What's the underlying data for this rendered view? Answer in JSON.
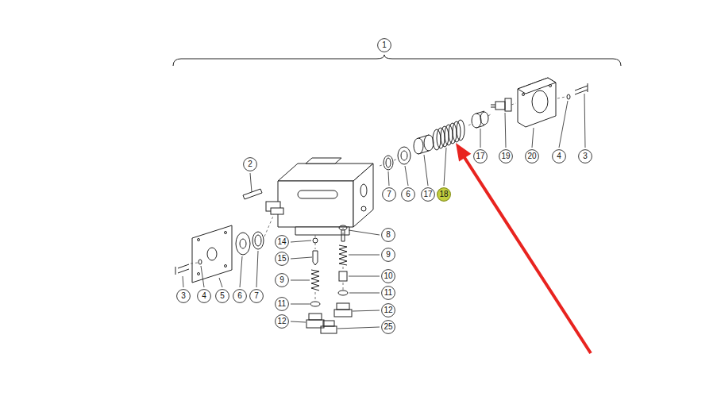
{
  "diagram": {
    "nodes": [
      {
        "text": [
          "1"
        ]
      },
      {
        "text": [
          "17"
        ]
      },
      {
        "text": [
          "19"
        ]
      },
      {
        "text": [
          "20"
        ]
      },
      {
        "text": [
          "4"
        ]
      },
      {
        "text": [
          "3"
        ]
      },
      {
        "text": [
          "2"
        ]
      },
      {
        "text": [
          "7"
        ]
      },
      {
        "text": [
          "6"
        ]
      },
      {
        "text": [
          "17"
        ]
      },
      {
        "text": [
          "18"
        ]
      },
      {
        "text": [
          "8"
        ]
      },
      {
        "text": [
          "14"
        ]
      },
      {
        "text": [
          "9"
        ]
      },
      {
        "text": [
          "15"
        ]
      },
      {
        "text": [
          "10"
        ]
      },
      {
        "text": [
          "9"
        ]
      },
      {
        "text": [
          "11"
        ]
      },
      {
        "text": [
          "3"
        ]
      },
      {
        "text": [
          "4"
        ]
      },
      {
        "text": [
          "5"
        ]
      },
      {
        "text": [
          "6"
        ]
      },
      {
        "text": [
          "7"
        ]
      },
      {
        "text": [
          "11"
        ]
      },
      {
        "text": [
          "12"
        ]
      },
      {
        "text": [
          "12"
        ]
      },
      {
        "text": [
          "25"
        ]
      }
    ]
  }
}
